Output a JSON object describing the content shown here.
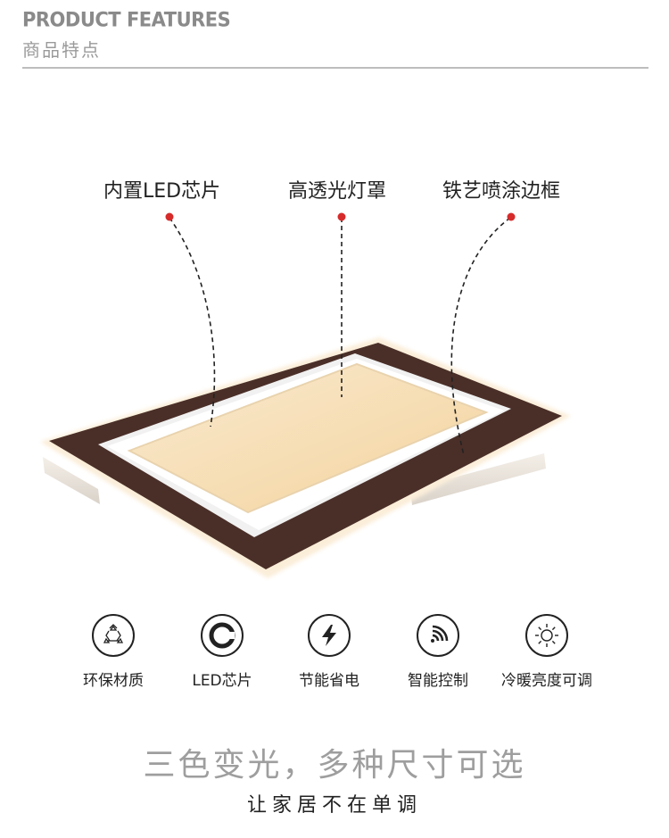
{
  "header": {
    "title_en": "PRODUCT FEATURES",
    "title_cn": "商品特点"
  },
  "callouts": [
    {
      "label": "内置LED芯片"
    },
    {
      "label": "高透光灯罩"
    },
    {
      "label": "铁艺喷涂边框"
    }
  ],
  "colors": {
    "accent_dot": "#d62b2b",
    "frame_brown": "#4a2f28",
    "panel_glow": "#f7e2bd"
  },
  "features": [
    {
      "icon": "recycle-icon",
      "label": "环保材质"
    },
    {
      "icon": "c-chip-icon",
      "label": "LED芯片"
    },
    {
      "icon": "lightning-icon",
      "label": "节能省电"
    },
    {
      "icon": "wifi-signal-icon",
      "label": "智能控制"
    },
    {
      "icon": "sun-icon",
      "label": "冷暖亮度可调"
    }
  ],
  "slogan": {
    "main": "三色变光，多种尺寸可选",
    "sub": "让家居不在单调"
  }
}
